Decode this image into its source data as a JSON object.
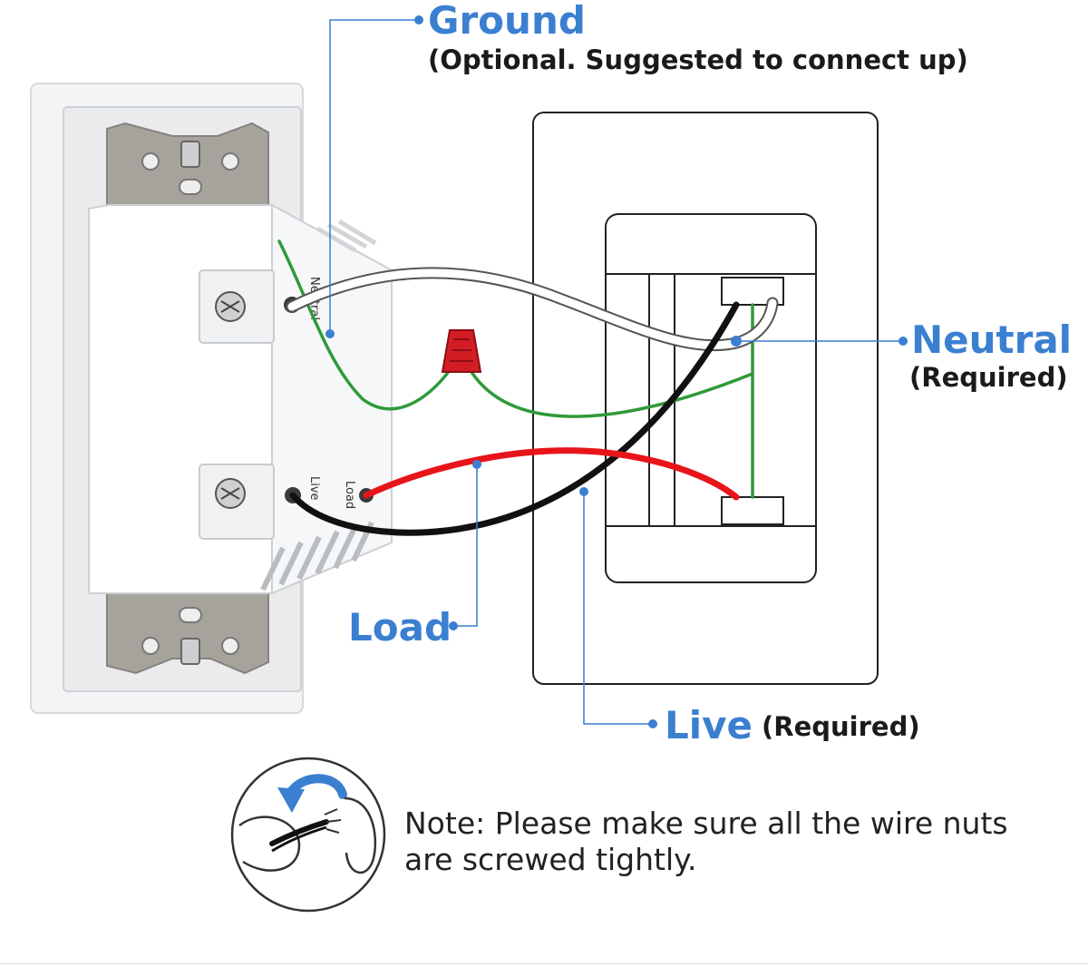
{
  "callouts": {
    "ground": {
      "label": "Ground",
      "note": "(Optional. Suggested to connect up)"
    },
    "neutral": {
      "label": "Neutral",
      "note": "(Required)"
    },
    "load": {
      "label": "Load"
    },
    "live": {
      "label": "Live",
      "note": "(Required)"
    }
  },
  "switch_terminals": {
    "neutral": "Neutral",
    "live": "Live",
    "load": "Load"
  },
  "note": {
    "text": "Note: Please make sure all the wire nuts are screwed tightly."
  },
  "colors": {
    "accent_blue": "#3b7fd1",
    "ground_wire": "#2f9a3a",
    "load_wire": "#e8141a",
    "live_wire": "#111111",
    "neutral_wire": "#ffffff",
    "wire_nut": "#d21d24"
  },
  "icons": [
    "smart-switch-image",
    "wall-box-icon",
    "wire-nut-icon",
    "twist-hand-icon"
  ]
}
